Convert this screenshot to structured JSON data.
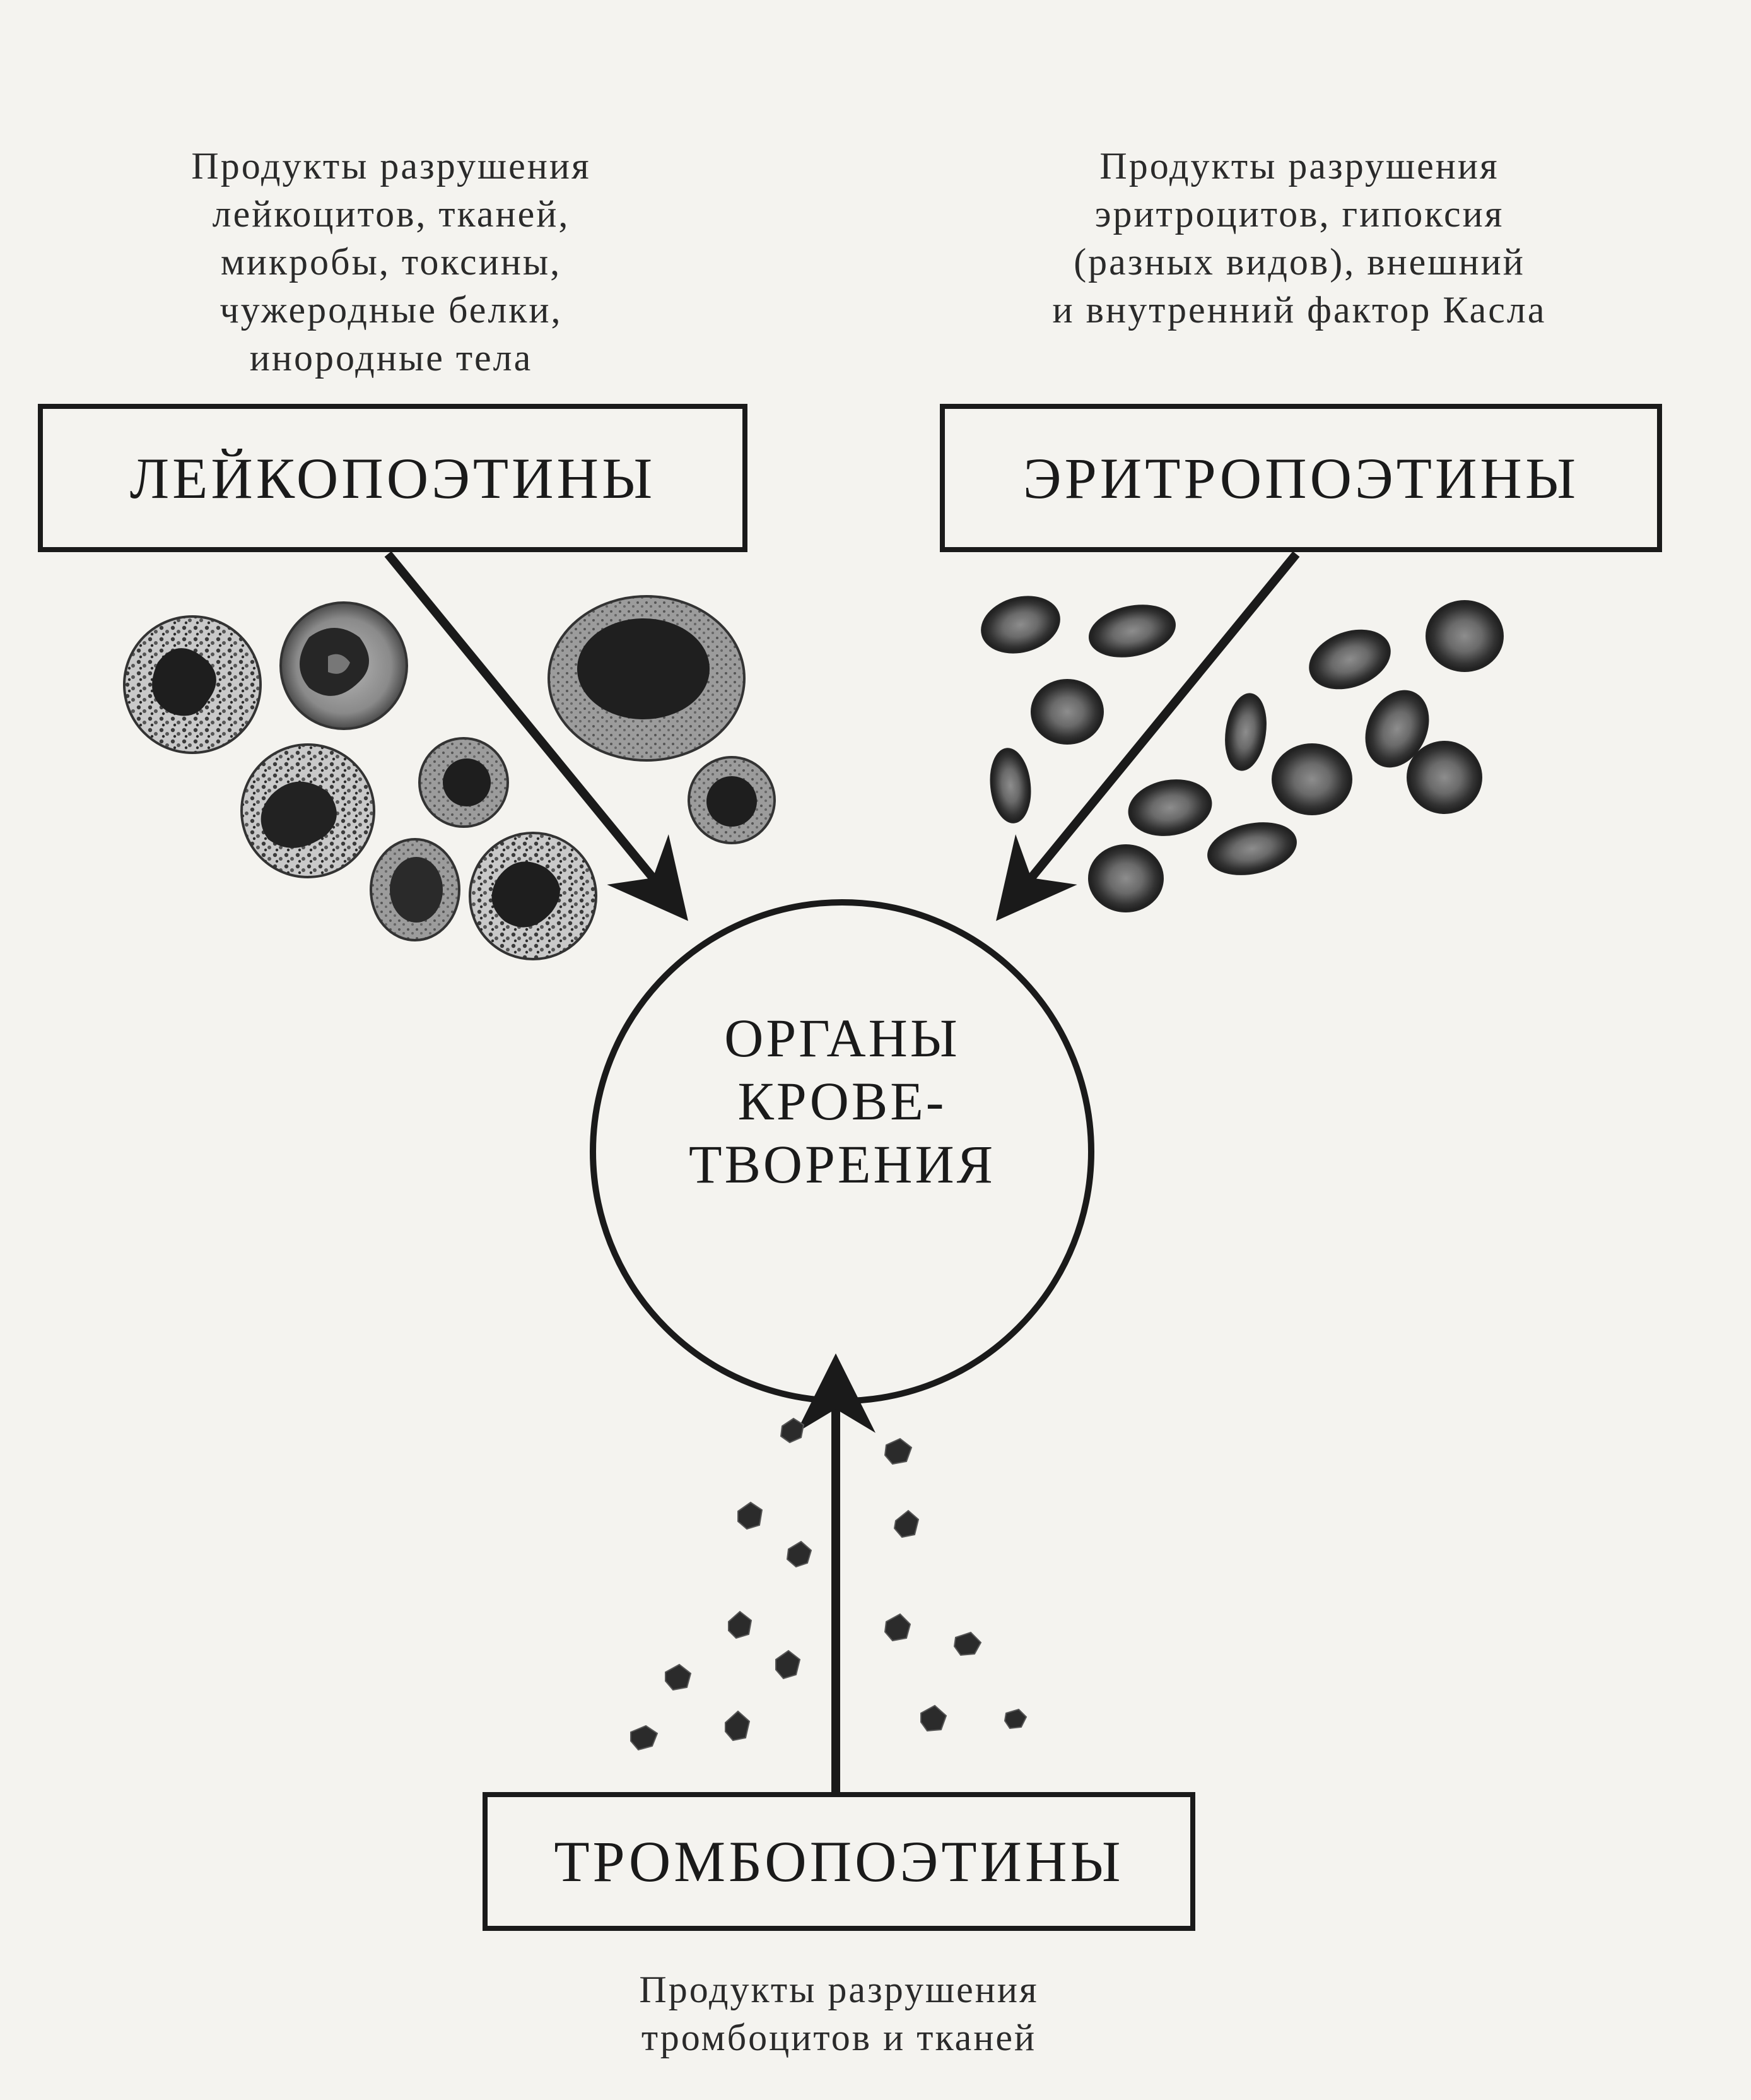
{
  "left_caption": {
    "lines": [
      "Продукты разрушения",
      "лейкоцитов, тканей,",
      "микробы, токсины,",
      "чужеродные белки,",
      "инородные тела"
    ]
  },
  "right_caption": {
    "lines": [
      "Продукты разрушения",
      "эритроцитов, гипоксия",
      "(разных видов), внешний",
      "и внутренний фактор Касла"
    ]
  },
  "bottom_caption": {
    "lines": [
      "Продукты разрушения",
      "тромбоцитов и тканей"
    ]
  },
  "boxes": {
    "leuko": "ЛЕЙКОПОЭТИНЫ",
    "erythro": "ЭРИТРОПОЭТИНЫ",
    "thrombo": "ТРОМБОПОЭТИНЫ"
  },
  "center": {
    "lines": [
      "ОРГАНЫ",
      "КРОВЕ-",
      "ТВОРЕНИЯ"
    ]
  },
  "icons": {
    "leukocytes": "leukocyte-cell-icon",
    "erythrocytes": "erythrocyte-cell-icon",
    "platelets": "platelet-icon"
  },
  "colors": {
    "ink": "#1a1a1a",
    "paper": "#f4f3ef"
  }
}
